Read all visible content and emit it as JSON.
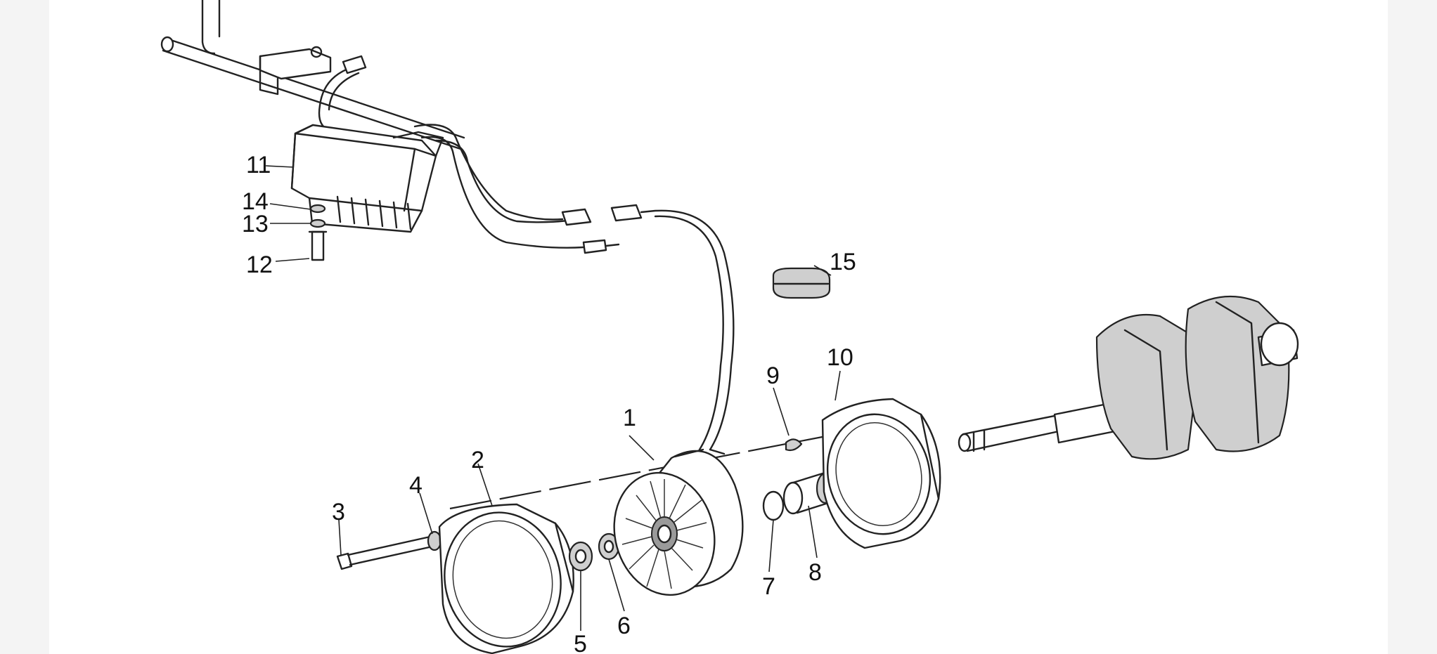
{
  "diagram": {
    "callouts": [
      {
        "id": "1",
        "text": "1"
      },
      {
        "id": "2",
        "text": "2"
      },
      {
        "id": "3",
        "text": "3"
      },
      {
        "id": "4",
        "text": "4"
      },
      {
        "id": "5",
        "text": "5"
      },
      {
        "id": "6",
        "text": "6"
      },
      {
        "id": "7",
        "text": "7"
      },
      {
        "id": "8",
        "text": "8"
      },
      {
        "id": "9",
        "text": "9"
      },
      {
        "id": "10",
        "text": "10"
      },
      {
        "id": "11",
        "text": "11"
      },
      {
        "id": "12",
        "text": "12"
      },
      {
        "id": "13",
        "text": "13"
      },
      {
        "id": "14",
        "text": "14"
      },
      {
        "id": "15",
        "text": "15"
      }
    ],
    "parts": {
      "regulator": "voltage-regulator",
      "stator": "stator-coil",
      "rotor": "rotor",
      "cover_front": "alternator-cover",
      "cover_rear": "alternator-housing",
      "crankshaft": "crankshaft",
      "grommet": "cable-grommet"
    },
    "colors": {
      "line": "#222222",
      "background": "#ffffff",
      "margin": "#f4f4f4"
    }
  }
}
